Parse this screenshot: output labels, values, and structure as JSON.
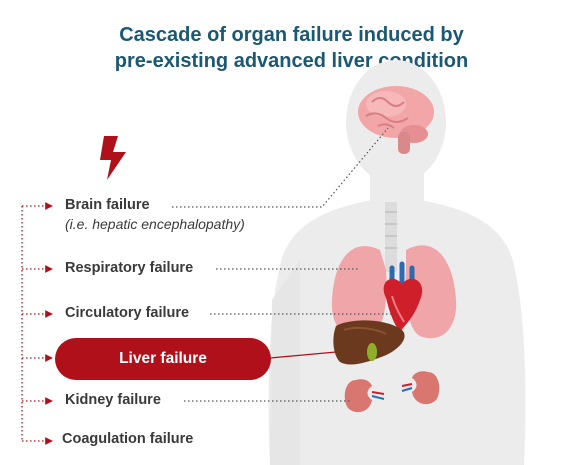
{
  "title": {
    "line1": "Cascade of organ failure induced by",
    "line2": "pre-existing advanced liver condition"
  },
  "icons": {
    "trigger": "lightning-bolt-icon"
  },
  "labels": {
    "brain": "Brain failure",
    "brain_note": "(i.e. hepatic encephalopathy)",
    "respiratory": "Respiratory failure",
    "circulatory": "Circulatory failure",
    "liver": "Liver failure",
    "kidney": "Kidney failure",
    "coagulation": "Coagulation failure"
  },
  "colors": {
    "title": "#1b5872",
    "accent": "#b0101a",
    "text": "#3a3a3a",
    "silhouette": "#ececec"
  }
}
